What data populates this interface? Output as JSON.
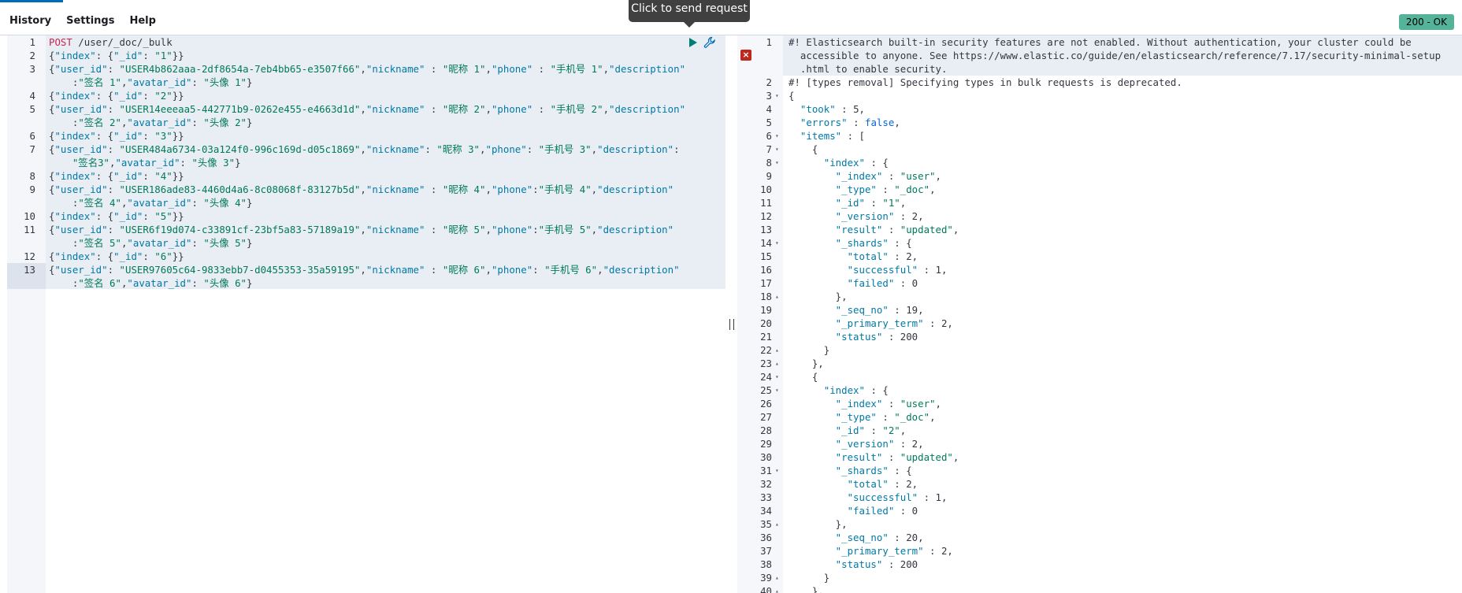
{
  "menu": {
    "history": "History",
    "settings": "Settings",
    "help": "Help"
  },
  "tooltip": "Click to send request",
  "status": "200 - OK",
  "request_lines": [
    {
      "n": "1",
      "t": [
        [
          "m",
          "POST"
        ],
        [
          "url",
          " /user/_doc/_bulk"
        ]
      ]
    },
    {
      "n": "2",
      "t": [
        [
          "n",
          "{"
        ],
        [
          "k",
          "\"index\""
        ],
        [
          "n",
          ": {"
        ],
        [
          "k",
          "\"_id\""
        ],
        [
          "n",
          ": "
        ],
        [
          "s",
          "\"1\""
        ],
        [
          "n",
          "}}"
        ]
      ]
    },
    {
      "n": "3",
      "t": [
        [
          "n",
          "{"
        ],
        [
          "k",
          "\"user_id\""
        ],
        [
          "n",
          ": "
        ],
        [
          "s",
          "\"USER4b862aaa-2df8654a-7eb4bb65-e3507f66\""
        ],
        [
          "n",
          ","
        ],
        [
          "k",
          "\"nickname\""
        ],
        [
          "n",
          " : "
        ],
        [
          "s",
          "\"昵称 1\""
        ],
        [
          "n",
          ","
        ],
        [
          "k",
          "\"phone\""
        ],
        [
          "n",
          " : "
        ],
        [
          "s",
          "\"手机号 1\""
        ],
        [
          "n",
          ","
        ],
        [
          "k",
          "\"description\""
        ]
      ]
    },
    {
      "n": "",
      "t": [
        [
          "n",
          "    :"
        ],
        [
          "s",
          "\"签名 1\""
        ],
        [
          "n",
          ","
        ],
        [
          "k",
          "\"avatar_id\""
        ],
        [
          "n",
          ": "
        ],
        [
          "s",
          "\"头像 1\""
        ],
        [
          "n",
          "}"
        ]
      ]
    },
    {
      "n": "4",
      "t": [
        [
          "n",
          "{"
        ],
        [
          "k",
          "\"index\""
        ],
        [
          "n",
          ": {"
        ],
        [
          "k",
          "\"_id\""
        ],
        [
          "n",
          ": "
        ],
        [
          "s",
          "\"2\""
        ],
        [
          "n",
          "}}"
        ]
      ]
    },
    {
      "n": "5",
      "t": [
        [
          "n",
          "{"
        ],
        [
          "k",
          "\"user_id\""
        ],
        [
          "n",
          ": "
        ],
        [
          "s",
          "\"USER14eeeaa5-442771b9-0262e455-e4663d1d\""
        ],
        [
          "n",
          ","
        ],
        [
          "k",
          "\"nickname\""
        ],
        [
          "n",
          " : "
        ],
        [
          "s",
          "\"昵称 2\""
        ],
        [
          "n",
          ","
        ],
        [
          "k",
          "\"phone\""
        ],
        [
          "n",
          " : "
        ],
        [
          "s",
          "\"手机号 2\""
        ],
        [
          "n",
          ","
        ],
        [
          "k",
          "\"description\""
        ]
      ]
    },
    {
      "n": "",
      "t": [
        [
          "n",
          "    :"
        ],
        [
          "s",
          "\"签名 2\""
        ],
        [
          "n",
          ","
        ],
        [
          "k",
          "\"avatar_id\""
        ],
        [
          "n",
          ": "
        ],
        [
          "s",
          "\"头像 2\""
        ],
        [
          "n",
          "}"
        ]
      ]
    },
    {
      "n": "6",
      "t": [
        [
          "n",
          "{"
        ],
        [
          "k",
          "\"index\""
        ],
        [
          "n",
          ": {"
        ],
        [
          "k",
          "\"_id\""
        ],
        [
          "n",
          ": "
        ],
        [
          "s",
          "\"3\""
        ],
        [
          "n",
          "}}"
        ]
      ]
    },
    {
      "n": "7",
      "t": [
        [
          "n",
          "{"
        ],
        [
          "k",
          "\"user_id\""
        ],
        [
          "n",
          ": "
        ],
        [
          "s",
          "\"USER484a6734-03a124f0-996c169d-d05c1869\""
        ],
        [
          "n",
          ","
        ],
        [
          "k",
          "\"nickname\""
        ],
        [
          "n",
          ": "
        ],
        [
          "s",
          "\"昵称 3\""
        ],
        [
          "n",
          ","
        ],
        [
          "k",
          "\"phone\""
        ],
        [
          "n",
          ": "
        ],
        [
          "s",
          "\"手机号 3\""
        ],
        [
          "n",
          ","
        ],
        [
          "k",
          "\"description\""
        ],
        [
          "n",
          ":"
        ]
      ]
    },
    {
      "n": "",
      "t": [
        [
          "s",
          "    \"签名3\""
        ],
        [
          "n",
          ","
        ],
        [
          "k",
          "\"avatar_id\""
        ],
        [
          "n",
          ": "
        ],
        [
          "s",
          "\"头像 3\""
        ],
        [
          "n",
          "}"
        ]
      ]
    },
    {
      "n": "8",
      "t": [
        [
          "n",
          "{"
        ],
        [
          "k",
          "\"index\""
        ],
        [
          "n",
          ": {"
        ],
        [
          "k",
          "\"_id\""
        ],
        [
          "n",
          ": "
        ],
        [
          "s",
          "\"4\""
        ],
        [
          "n",
          "}}"
        ]
      ]
    },
    {
      "n": "9",
      "t": [
        [
          "n",
          "{"
        ],
        [
          "k",
          "\"user_id\""
        ],
        [
          "n",
          ": "
        ],
        [
          "s",
          "\"USER186ade83-4460d4a6-8c08068f-83127b5d\""
        ],
        [
          "n",
          ","
        ],
        [
          "k",
          "\"nickname\""
        ],
        [
          "n",
          " : "
        ],
        [
          "s",
          "\"昵称 4\""
        ],
        [
          "n",
          ","
        ],
        [
          "k",
          "\"phone\""
        ],
        [
          "n",
          ":"
        ],
        [
          "s",
          "\"手机号 4\""
        ],
        [
          "n",
          ","
        ],
        [
          "k",
          "\"description\""
        ]
      ]
    },
    {
      "n": "",
      "t": [
        [
          "n",
          "    :"
        ],
        [
          "s",
          "\"签名 4\""
        ],
        [
          "n",
          ","
        ],
        [
          "k",
          "\"avatar_id\""
        ],
        [
          "n",
          ": "
        ],
        [
          "s",
          "\"头像 4\""
        ],
        [
          "n",
          "}"
        ]
      ]
    },
    {
      "n": "10",
      "t": [
        [
          "n",
          "{"
        ],
        [
          "k",
          "\"index\""
        ],
        [
          "n",
          ": {"
        ],
        [
          "k",
          "\"_id\""
        ],
        [
          "n",
          ": "
        ],
        [
          "s",
          "\"5\""
        ],
        [
          "n",
          "}}"
        ]
      ]
    },
    {
      "n": "11",
      "t": [
        [
          "n",
          "{"
        ],
        [
          "k",
          "\"user_id\""
        ],
        [
          "n",
          ": "
        ],
        [
          "s",
          "\"USER6f19d074-c33891cf-23bf5a83-57189a19\""
        ],
        [
          "n",
          ","
        ],
        [
          "k",
          "\"nickname\""
        ],
        [
          "n",
          " : "
        ],
        [
          "s",
          "\"昵称 5\""
        ],
        [
          "n",
          ","
        ],
        [
          "k",
          "\"phone\""
        ],
        [
          "n",
          ":"
        ],
        [
          "s",
          "\"手机号 5\""
        ],
        [
          "n",
          ","
        ],
        [
          "k",
          "\"description\""
        ]
      ]
    },
    {
      "n": "",
      "t": [
        [
          "n",
          "    :"
        ],
        [
          "s",
          "\"签名 5\""
        ],
        [
          "n",
          ","
        ],
        [
          "k",
          "\"avatar_id\""
        ],
        [
          "n",
          ": "
        ],
        [
          "s",
          "\"头像 5\""
        ],
        [
          "n",
          "}"
        ]
      ]
    },
    {
      "n": "12",
      "t": [
        [
          "n",
          "{"
        ],
        [
          "k",
          "\"index\""
        ],
        [
          "n",
          ": {"
        ],
        [
          "k",
          "\"_id\""
        ],
        [
          "n",
          ": "
        ],
        [
          "s",
          "\"6\""
        ],
        [
          "n",
          "}}"
        ]
      ]
    },
    {
      "n": "13",
      "t": [
        [
          "n",
          "{"
        ],
        [
          "k",
          "\"user_id\""
        ],
        [
          "n",
          ": "
        ],
        [
          "s",
          "\"USER97605c64-9833ebb7-d0455353-35a59195\""
        ],
        [
          "n",
          ","
        ],
        [
          "k",
          "\"nickname\""
        ],
        [
          "n",
          " : "
        ],
        [
          "s",
          "\"昵称 6\""
        ],
        [
          "n",
          ","
        ],
        [
          "k",
          "\"phone\""
        ],
        [
          "n",
          ": "
        ],
        [
          "s",
          "\"手机号 6\""
        ],
        [
          "n",
          ","
        ],
        [
          "k",
          "\"description\""
        ]
      ]
    },
    {
      "n": "",
      "t": [
        [
          "n",
          "    :"
        ],
        [
          "s",
          "\"签名 6\""
        ],
        [
          "n",
          ","
        ],
        [
          "k",
          "\"avatar_id\""
        ],
        [
          "n",
          ": "
        ],
        [
          "s",
          "\"头像 6\""
        ],
        [
          "n",
          "}"
        ]
      ]
    }
  ],
  "response_lines": [
    {
      "n": "1",
      "f": "",
      "t": [
        [
          "cm",
          "#! Elasticsearch built-in security features are not enabled. Without authentication, your cluster could be"
        ]
      ]
    },
    {
      "n": "",
      "f": "",
      "t": [
        [
          "cm",
          "  accessible to anyone. See https://www.elastic.co/guide/en/elasticsearch/reference/7.17/security-minimal-setup"
        ]
      ]
    },
    {
      "n": "",
      "f": "",
      "t": [
        [
          "cm",
          "  .html to enable security."
        ]
      ]
    },
    {
      "n": "2",
      "f": "",
      "t": [
        [
          "cm",
          "#! [types removal] Specifying types in bulk requests is deprecated."
        ]
      ]
    },
    {
      "n": "3",
      "f": "▾",
      "t": [
        [
          "n",
          "{"
        ]
      ]
    },
    {
      "n": "4",
      "f": "",
      "t": [
        [
          "k",
          "  \"took\""
        ],
        [
          "n",
          " : 5,"
        ]
      ]
    },
    {
      "n": "5",
      "f": "",
      "t": [
        [
          "k",
          "  \"errors\""
        ],
        [
          "n",
          " : "
        ],
        [
          "kw",
          "false"
        ],
        [
          "n",
          ","
        ]
      ]
    },
    {
      "n": "6",
      "f": "▾",
      "t": [
        [
          "k",
          "  \"items\""
        ],
        [
          "n",
          " : ["
        ]
      ]
    },
    {
      "n": "7",
      "f": "▾",
      "t": [
        [
          "n",
          "    {"
        ]
      ]
    },
    {
      "n": "8",
      "f": "▾",
      "t": [
        [
          "k",
          "      \"index\""
        ],
        [
          "n",
          " : {"
        ]
      ]
    },
    {
      "n": "9",
      "f": "",
      "t": [
        [
          "k",
          "        \"_index\""
        ],
        [
          "n",
          " : "
        ],
        [
          "s",
          "\"user\""
        ],
        [
          "n",
          ","
        ]
      ]
    },
    {
      "n": "10",
      "f": "",
      "t": [
        [
          "k",
          "        \"_type\""
        ],
        [
          "n",
          " : "
        ],
        [
          "s",
          "\"_doc\""
        ],
        [
          "n",
          ","
        ]
      ]
    },
    {
      "n": "11",
      "f": "",
      "t": [
        [
          "k",
          "        \"_id\""
        ],
        [
          "n",
          " : "
        ],
        [
          "s",
          "\"1\""
        ],
        [
          "n",
          ","
        ]
      ]
    },
    {
      "n": "12",
      "f": "",
      "t": [
        [
          "k",
          "        \"_version\""
        ],
        [
          "n",
          " : 2,"
        ]
      ]
    },
    {
      "n": "13",
      "f": "",
      "t": [
        [
          "k",
          "        \"result\""
        ],
        [
          "n",
          " : "
        ],
        [
          "s",
          "\"updated\""
        ],
        [
          "n",
          ","
        ]
      ]
    },
    {
      "n": "14",
      "f": "▾",
      "t": [
        [
          "k",
          "        \"_shards\""
        ],
        [
          "n",
          " : {"
        ]
      ]
    },
    {
      "n": "15",
      "f": "",
      "t": [
        [
          "k",
          "          \"total\""
        ],
        [
          "n",
          " : 2,"
        ]
      ]
    },
    {
      "n": "16",
      "f": "",
      "t": [
        [
          "k",
          "          \"successful\""
        ],
        [
          "n",
          " : 1,"
        ]
      ]
    },
    {
      "n": "17",
      "f": "",
      "t": [
        [
          "k",
          "          \"failed\""
        ],
        [
          "n",
          " : 0"
        ]
      ]
    },
    {
      "n": "18",
      "f": "▴",
      "t": [
        [
          "n",
          "        },"
        ]
      ]
    },
    {
      "n": "19",
      "f": "",
      "t": [
        [
          "k",
          "        \"_seq_no\""
        ],
        [
          "n",
          " : 19,"
        ]
      ]
    },
    {
      "n": "20",
      "f": "",
      "t": [
        [
          "k",
          "        \"_primary_term\""
        ],
        [
          "n",
          " : 2,"
        ]
      ]
    },
    {
      "n": "21",
      "f": "",
      "t": [
        [
          "k",
          "        \"status\""
        ],
        [
          "n",
          " : 200"
        ]
      ]
    },
    {
      "n": "22",
      "f": "▴",
      "t": [
        [
          "n",
          "      }"
        ]
      ]
    },
    {
      "n": "23",
      "f": "▴",
      "t": [
        [
          "n",
          "    },"
        ]
      ]
    },
    {
      "n": "24",
      "f": "▾",
      "t": [
        [
          "n",
          "    {"
        ]
      ]
    },
    {
      "n": "25",
      "f": "▾",
      "t": [
        [
          "k",
          "      \"index\""
        ],
        [
          "n",
          " : {"
        ]
      ]
    },
    {
      "n": "26",
      "f": "",
      "t": [
        [
          "k",
          "        \"_index\""
        ],
        [
          "n",
          " : "
        ],
        [
          "s",
          "\"user\""
        ],
        [
          "n",
          ","
        ]
      ]
    },
    {
      "n": "27",
      "f": "",
      "t": [
        [
          "k",
          "        \"_type\""
        ],
        [
          "n",
          " : "
        ],
        [
          "s",
          "\"_doc\""
        ],
        [
          "n",
          ","
        ]
      ]
    },
    {
      "n": "28",
      "f": "",
      "t": [
        [
          "k",
          "        \"_id\""
        ],
        [
          "n",
          " : "
        ],
        [
          "s",
          "\"2\""
        ],
        [
          "n",
          ","
        ]
      ]
    },
    {
      "n": "29",
      "f": "",
      "t": [
        [
          "k",
          "        \"_version\""
        ],
        [
          "n",
          " : 2,"
        ]
      ]
    },
    {
      "n": "30",
      "f": "",
      "t": [
        [
          "k",
          "        \"result\""
        ],
        [
          "n",
          " : "
        ],
        [
          "s",
          "\"updated\""
        ],
        [
          "n",
          ","
        ]
      ]
    },
    {
      "n": "31",
      "f": "▾",
      "t": [
        [
          "k",
          "        \"_shards\""
        ],
        [
          "n",
          " : {"
        ]
      ]
    },
    {
      "n": "32",
      "f": "",
      "t": [
        [
          "k",
          "          \"total\""
        ],
        [
          "n",
          " : 2,"
        ]
      ]
    },
    {
      "n": "33",
      "f": "",
      "t": [
        [
          "k",
          "          \"successful\""
        ],
        [
          "n",
          " : 1,"
        ]
      ]
    },
    {
      "n": "34",
      "f": "",
      "t": [
        [
          "k",
          "          \"failed\""
        ],
        [
          "n",
          " : 0"
        ]
      ]
    },
    {
      "n": "35",
      "f": "▴",
      "t": [
        [
          "n",
          "        },"
        ]
      ]
    },
    {
      "n": "36",
      "f": "",
      "t": [
        [
          "k",
          "        \"_seq_no\""
        ],
        [
          "n",
          " : 20,"
        ]
      ]
    },
    {
      "n": "37",
      "f": "",
      "t": [
        [
          "k",
          "        \"_primary_term\""
        ],
        [
          "n",
          " : 2,"
        ]
      ]
    },
    {
      "n": "38",
      "f": "",
      "t": [
        [
          "k",
          "        \"status\""
        ],
        [
          "n",
          " : 200"
        ]
      ]
    },
    {
      "n": "39",
      "f": "▴",
      "t": [
        [
          "n",
          "      }"
        ]
      ]
    },
    {
      "n": "40",
      "f": "▴",
      "t": [
        [
          "n",
          "    },"
        ]
      ]
    }
  ],
  "colors": {
    "status_badge": "#54b399",
    "play": "#017d73",
    "error": "#bd271e",
    "accent": "#006bb8"
  }
}
